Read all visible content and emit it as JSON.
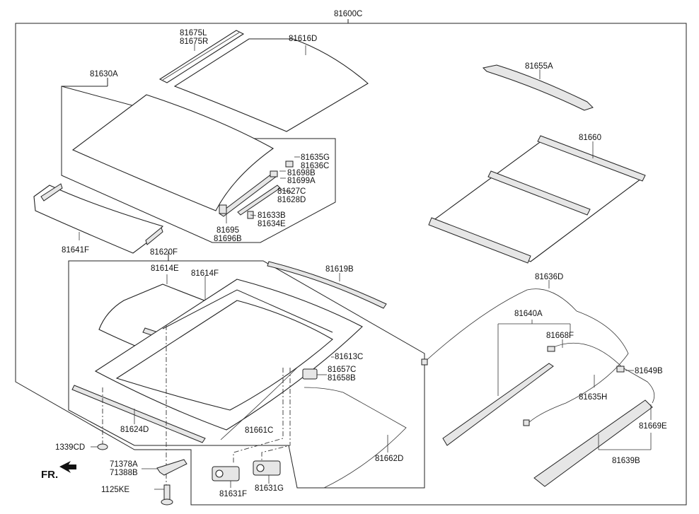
{
  "diagram": {
    "assembly": "81600C",
    "parts": {
      "p81675L": "81675L",
      "p81675R": "81675R",
      "p81616D": "81616D",
      "p81655A": "81655A",
      "p81630A": "81630A",
      "p81660": "81660",
      "p81635G": "81635G",
      "p81636C": "81636C",
      "p81698B": "81698B",
      "p81699A": "81699A",
      "p81627C": "81627C",
      "p81628D": "81628D",
      "p81633B": "81633B",
      "p81634E": "81634E",
      "p81695": "81695",
      "p81696B": "81696B",
      "p81641F": "81641F",
      "p81620F": "81620F",
      "p81614E": "81614E",
      "p81614F": "81614F",
      "p81619B": "81619B",
      "p81636D": "81636D",
      "p81640A": "81640A",
      "p81668F": "81668F",
      "p81613C": "81613C",
      "p81657C": "81657C",
      "p81658B": "81658B",
      "p81649B": "81649B",
      "p81635H": "81635H",
      "p81624D": "81624D",
      "p81661C": "81661C",
      "p81669E": "81669E",
      "p81662D": "81662D",
      "p81639B": "81639B",
      "p1339CD": "1339CD",
      "p71378A": "71378A",
      "p71388B": "71388B",
      "p81631F": "81631F",
      "p81631G": "81631G",
      "p1125KE": "1125KE"
    },
    "direction_label": "FR."
  }
}
